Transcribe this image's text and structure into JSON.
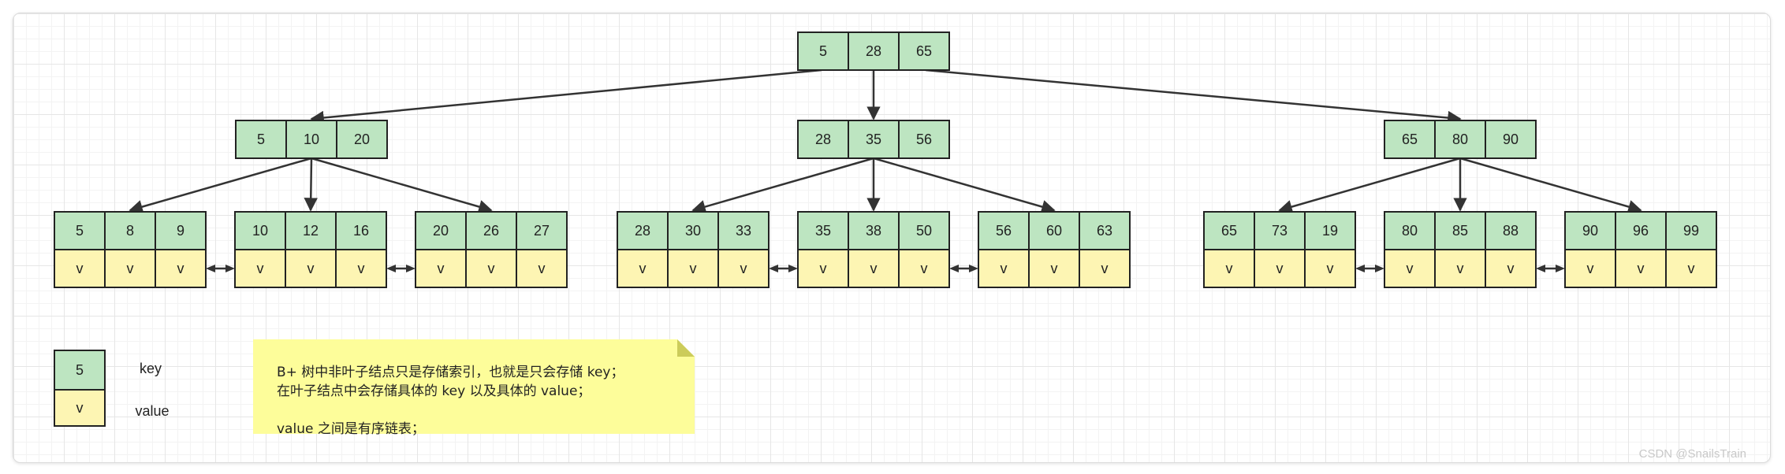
{
  "colors": {
    "key_fill": "#bde5c1",
    "value_fill": "#fdf5b3",
    "node_stroke": "#222222",
    "edge": "#333333",
    "note_fill": "#fdfd9a",
    "note_fold": "#cccc5a"
  },
  "tree": {
    "root": [
      "5",
      "28",
      "65"
    ],
    "internal": [
      [
        "5",
        "10",
        "20"
      ],
      [
        "28",
        "35",
        "56"
      ],
      [
        "65",
        "80",
        "90"
      ]
    ],
    "leaves": [
      {
        "keys": [
          "5",
          "8",
          "9"
        ],
        "values": [
          "v",
          "v",
          "v"
        ]
      },
      {
        "keys": [
          "10",
          "12",
          "16"
        ],
        "values": [
          "v",
          "v",
          "v"
        ]
      },
      {
        "keys": [
          "20",
          "26",
          "27"
        ],
        "values": [
          "v",
          "v",
          "v"
        ]
      },
      {
        "keys": [
          "28",
          "30",
          "33"
        ],
        "values": [
          "v",
          "v",
          "v"
        ]
      },
      {
        "keys": [
          "35",
          "38",
          "50"
        ],
        "values": [
          "v",
          "v",
          "v"
        ]
      },
      {
        "keys": [
          "56",
          "60",
          "63"
        ],
        "values": [
          "v",
          "v",
          "v"
        ]
      },
      {
        "keys": [
          "65",
          "73",
          "19"
        ],
        "values": [
          "v",
          "v",
          "v"
        ]
      },
      {
        "keys": [
          "80",
          "85",
          "88"
        ],
        "values": [
          "v",
          "v",
          "v"
        ]
      },
      {
        "keys": [
          "90",
          "96",
          "99"
        ],
        "values": [
          "v",
          "v",
          "v"
        ]
      }
    ]
  },
  "legend": {
    "key_sample": "5",
    "key_label": "key",
    "value_sample": "v",
    "value_label": "value"
  },
  "note": {
    "lines": [
      "B+ 树中非叶子结点只是存储索引，也就是只会存储 key；",
      "在叶子结点中会存储具体的 key 以及具体的 value；",
      "",
      "value 之间是有序链表；"
    ]
  },
  "watermark": "CSDN @SnailsTrain"
}
